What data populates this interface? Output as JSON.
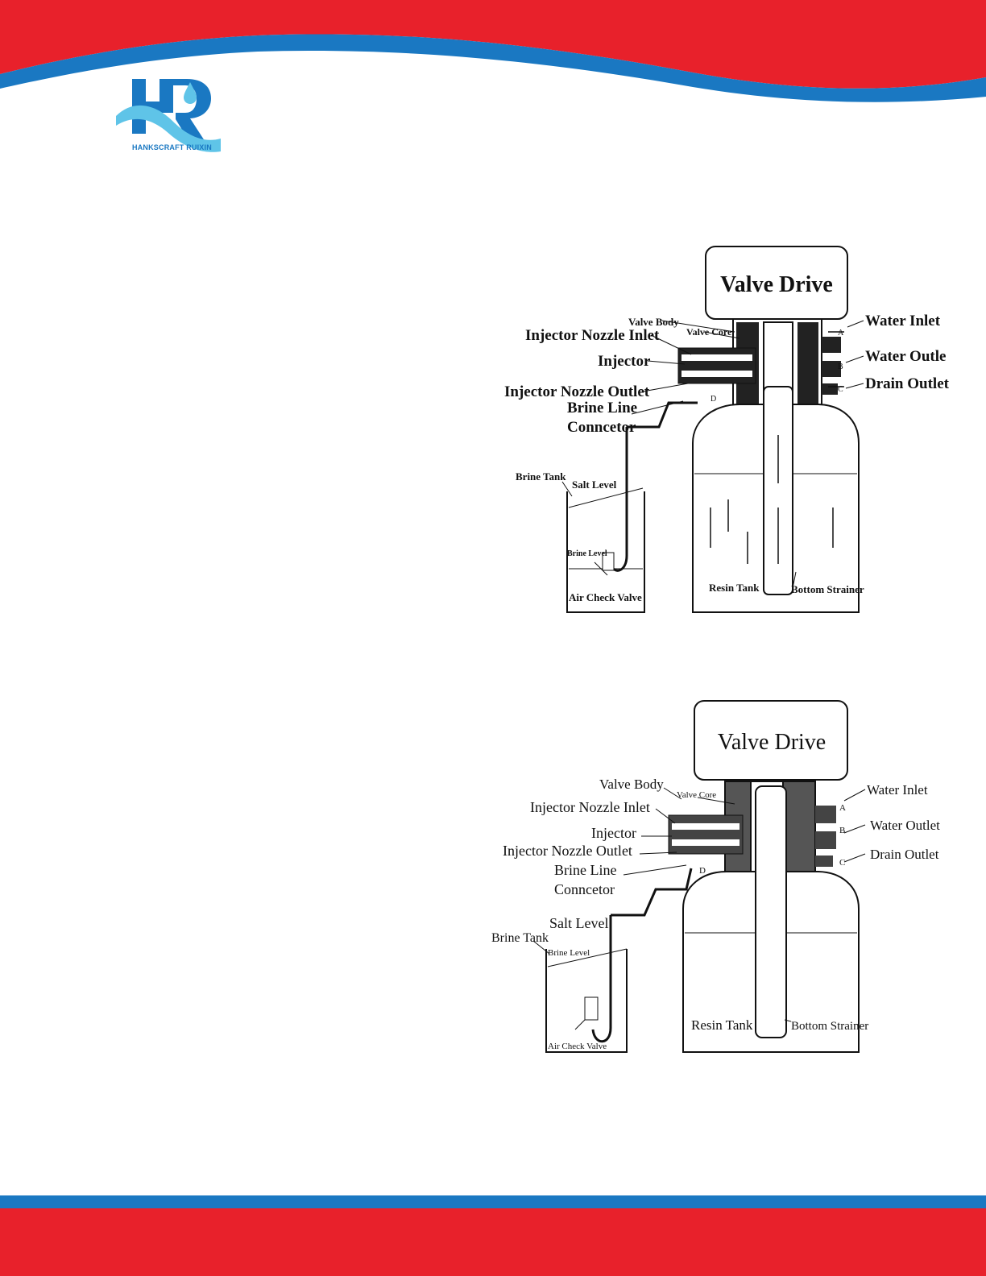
{
  "brand": {
    "logo_text": "HANKSCRAFT RUIXIN",
    "colors": {
      "red": "#e8212b",
      "blue": "#1a78c2",
      "light_blue": "#5fc4e8"
    }
  },
  "diagram_1": {
    "valve_drive": "Valve Drive",
    "valve_body": "Valve Body",
    "valve_core": "Valve Core",
    "injector_nozzle_inlet": "Injector Nozzle Inlet",
    "injector": "Injector",
    "injector_nozzle_outlet": "Injector Nozzle  Outlet",
    "brine_line": "Brine Line",
    "connector": "Conncetor",
    "brine_tank": "Brine Tank",
    "salt_level": "Salt Level",
    "brine_level": "Brine Level",
    "air_check_valve": "Air Check Valve",
    "resin_tank": "Resin Tank",
    "bottom_strainer": "Bottom Strainer",
    "water_inlet": "Water Inlet",
    "water_outlet": "Water Outle",
    "drain_outlet": "Drain Outlet",
    "letter_a": "A",
    "letter_b": "B",
    "letter_c": "C",
    "letter_d": "D"
  },
  "diagram_2": {
    "valve_drive": "Valve Drive",
    "valve_body": "Valve Body",
    "valve_core": "Valve Core",
    "injector_nozzle_inlet": "Injector Nozzle Inlet",
    "injector": "Injector",
    "injector_nozzle_outlet": "Injector Nozzle  Outlet",
    "brine_line": "Brine Line",
    "connector": "Conncetor",
    "salt_level": "Salt Level",
    "brine_tank": "Brine Tank",
    "brine_level": "Brine Level",
    "air_check_valve": "Air Check Valve",
    "resin_tank": "Resin Tank",
    "bottom_strainer": "Bottom Strainer",
    "water_inlet": "Water Inlet",
    "water_outlet": "Water Outlet",
    "drain_outlet": "Drain Outlet",
    "letter_a": "A",
    "letter_b": "B",
    "letter_c": "C",
    "letter_d": "D"
  }
}
